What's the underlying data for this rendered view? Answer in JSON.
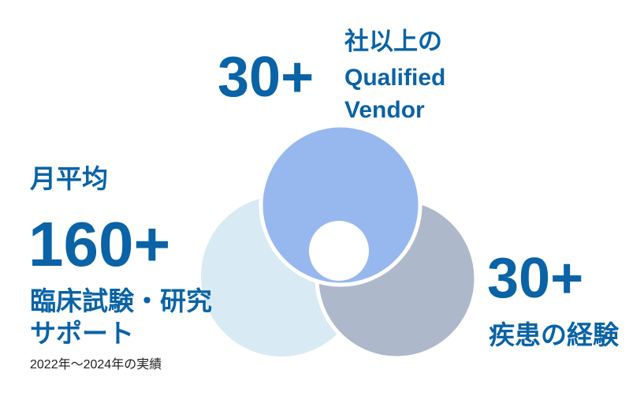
{
  "colors": {
    "text": "#0a63a6",
    "circle_top": "#97b8ef",
    "circle_left": "#d8eaf3",
    "circle_right": "#adb9cb"
  },
  "vendors": {
    "number": "30+",
    "line1": "社以上の",
    "line2": "Qualified",
    "line3": "Vendor"
  },
  "trials": {
    "label": "月平均",
    "number": "160+",
    "line1": "臨床試験・研究",
    "line2": "サポート",
    "note": "2022年～2024年の実績"
  },
  "diseases": {
    "number": "30+",
    "label": "疾患の経験"
  }
}
